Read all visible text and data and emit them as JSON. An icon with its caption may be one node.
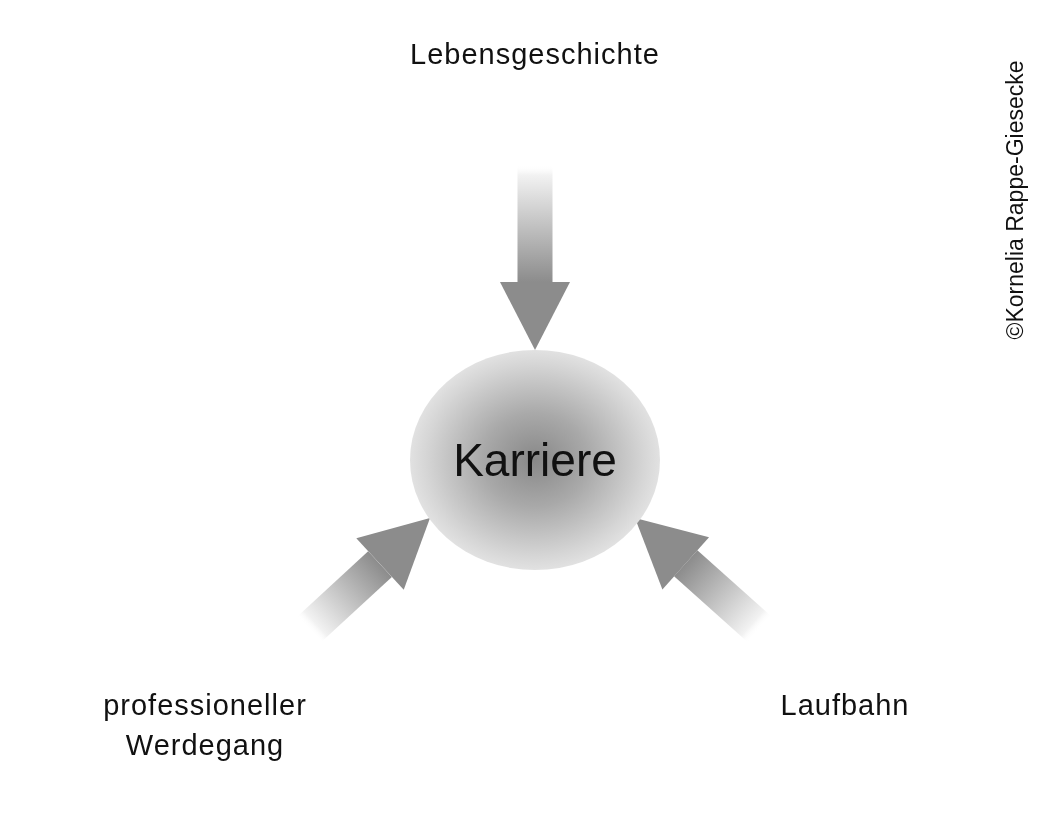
{
  "diagram": {
    "nodes": [
      {
        "text": [
          "Lebensgeschichte"
        ]
      },
      {
        "text": [
          "Karriere"
        ]
      },
      {
        "text": [
          "professioneller Werdegang"
        ]
      },
      {
        "text": [
          "Laufbahn"
        ]
      }
    ],
    "edges": [
      {
        "from": 0,
        "to": 1,
        "arrow": "to"
      },
      {
        "from": 2,
        "to": 1,
        "arrow": "to"
      },
      {
        "from": 3,
        "to": 1,
        "arrow": "to"
      }
    ],
    "labels": [
      "©Kornelia Rappe-Giesecke"
    ]
  }
}
